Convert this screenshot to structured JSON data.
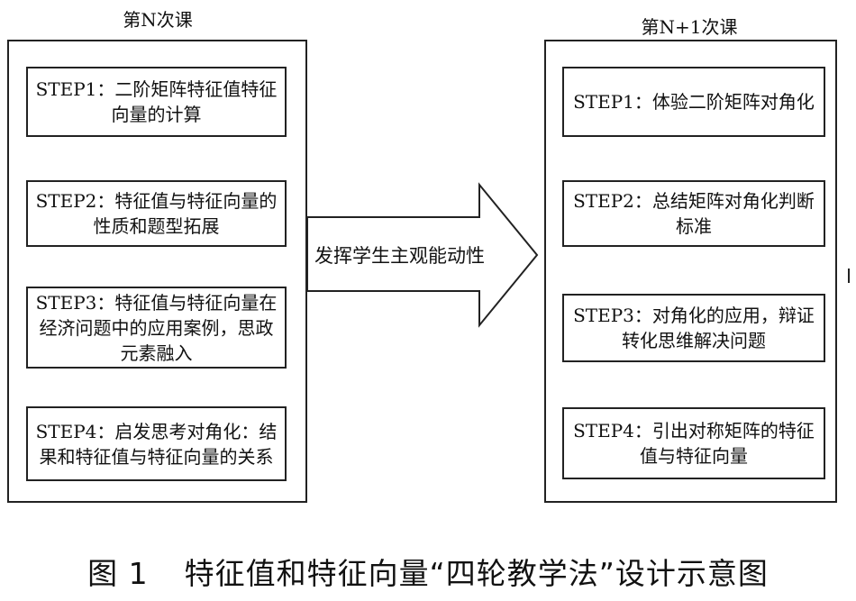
{
  "left_panel": {
    "title": "第N次课",
    "steps": [
      {
        "text": "STEP1：二阶矩阵特征值特征向量的计算"
      },
      {
        "text": "STEP2：特征值与特征向量的性质和题型拓展"
      },
      {
        "text": "STEP3：特征值与特征向量在经济问题中的应用案例，思政元素融入"
      },
      {
        "text": "STEP4：启发思考对角化：结果和特征值与特征向量的关系"
      }
    ]
  },
  "middle_arrow": {
    "label": "发挥学生主观能动性"
  },
  "right_panel": {
    "title": "第N+1次课",
    "steps": [
      {
        "text": "STEP1：体验二阶矩阵对角化"
      },
      {
        "text": "STEP2：总结矩阵对角化判断标准"
      },
      {
        "text": "STEP3：对角化的应用，辩证转化思维解决问题"
      },
      {
        "text": "STEP4：引出对称矩阵的特征值与特征向量"
      }
    ]
  },
  "caption": {
    "figure_number": "图 1",
    "title": "特征值和特征向量“四轮教学法”设计示意图"
  }
}
